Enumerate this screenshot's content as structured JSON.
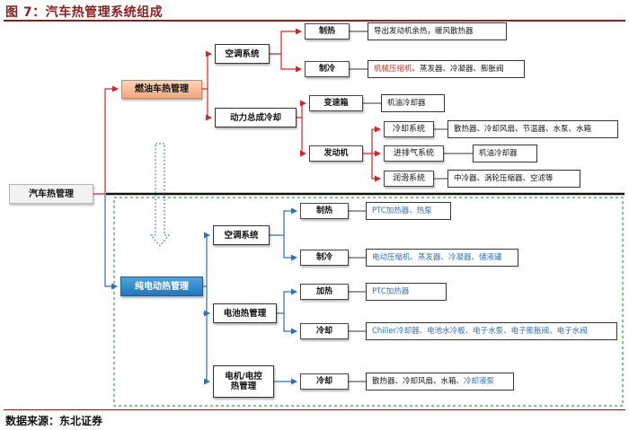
{
  "figure": {
    "title": "图 7：汽车热管理系统组成",
    "source": "数据来源：东北证券"
  },
  "colors": {
    "accent": "#8b1e1e",
    "oil_branch_fill": "#f4a77c",
    "ev_branch_fill": "#1f78c1",
    "oil_arrow": "#e02020",
    "ev_arrow": "#2e6fb5",
    "ev_frame_dash": "#2ea043"
  },
  "diagram": {
    "root": "汽车热管理",
    "oil": {
      "label": "燃油车热管理",
      "ac": {
        "label": "空调系统",
        "heat": {
          "label": "制热",
          "detail": "导出发动机余热，暖风散热器"
        },
        "cool": {
          "label": "制冷",
          "detail_red": "机械压缩机",
          "detail_rest": "、蒸发器、冷凝器、膨胀阀"
        }
      },
      "powertrain": {
        "label": "动力总成冷却",
        "gearbox": {
          "label": "变速箱",
          "detail": "机油冷却器"
        },
        "engine": {
          "label": "发动机",
          "cooling": {
            "label": "冷却系统",
            "detail": "散热器、冷却风扇、节温器、水泵、水箱"
          },
          "intake": {
            "label": "进排气系统",
            "detail": "机油冷却器"
          },
          "lube": {
            "label": "润滑系统",
            "detail": "中冷器、涡轮压缩器、空滤等"
          }
        }
      }
    },
    "ev": {
      "label": "纯电动热管理",
      "ac": {
        "label": "空调系统",
        "heat": {
          "label": "制热",
          "detail": "PTC加热器、热泵"
        },
        "cool": {
          "label": "制冷",
          "detail": "电动压缩机、蒸发器、冷凝器、储液罐"
        }
      },
      "battery": {
        "label": "电池热管理",
        "heat": {
          "label": "加热",
          "detail": "PTC加热器"
        },
        "cool": {
          "label": "冷却",
          "detail": "Chiller冷却器、电池水冷板、电子水泵、电子膨胀阀、电子水阀"
        }
      },
      "motor": {
        "label_line1": "电机/电控",
        "label_line2": "热管理",
        "cool": {
          "label": "冷却",
          "detail_black": "散热器、冷却风扇、水箱、",
          "detail_blue": "冷却液泵"
        }
      }
    }
  }
}
